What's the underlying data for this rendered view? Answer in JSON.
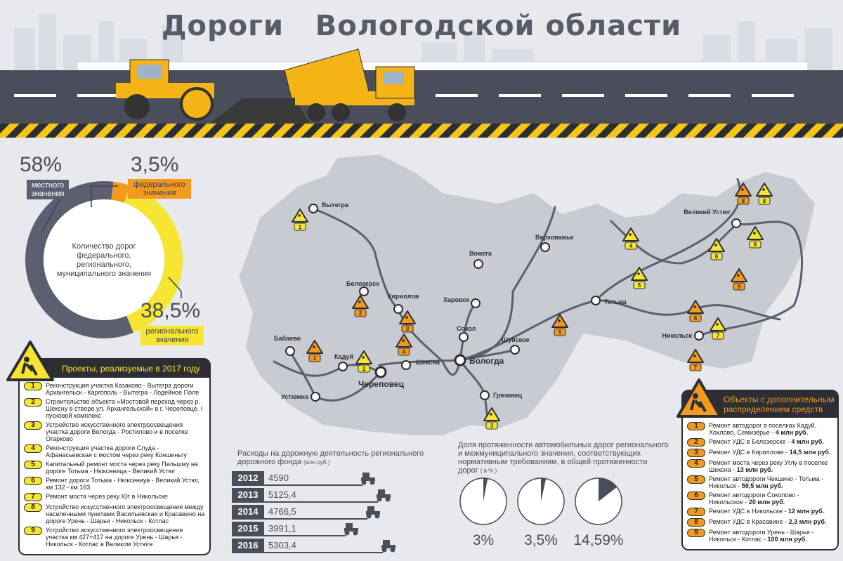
{
  "title": "Дороги   Вологодской области",
  "donut": {
    "center_text": "Количество дорог федерального, регионального, муниципального значения",
    "segments": [
      {
        "pct": "58%",
        "label": "местного значения",
        "value": 58,
        "color": "#5b5f70"
      },
      {
        "pct": "3,5%",
        "label": "федерального значения",
        "value": 3.5,
        "color": "#f39a1e"
      },
      {
        "pct": "38,5%",
        "label": "регионального значения",
        "value": 38.5,
        "color": "#f7e534"
      }
    ]
  },
  "projects": {
    "title": "Проекты, реализуемые в 2017 году",
    "items": [
      {
        "n": "1",
        "text": "Реконструкция участка Казаково - Вытегра дороги Архангельск - Каргополь - Вытегра - Лодейное Поле"
      },
      {
        "n": "2",
        "text": "Строительство объекта «Мостовой переход через р. Шексну в створе ул. Архангельской» в г. Череповце. I пусковой комплекс"
      },
      {
        "n": "3",
        "text": "Устройство искусственного электроосвещения участка дороги Вологда - Ростилово и в поселке Огарково"
      },
      {
        "n": "4",
        "text": "Реконструкция участка дороги Слуда - Афанасьевская с мостом через реку Коншеньгу"
      },
      {
        "n": "5",
        "text": "Капитальный ремонт моста через реку Пельшму на дороге Тотьма - Нюксеница - Великий Устюг"
      },
      {
        "n": "6",
        "text": "Ремонт дороги Тотьма - Нюксениуа - Великий Устюг, км 132 - км 163"
      },
      {
        "n": "7",
        "text": "Ремонт моста через реку Юг в Никольске"
      },
      {
        "n": "8",
        "text": "Устройство искусственного электроосвещения между населенными пунктами Васильевская и Красавино на дороге Урень - Шарья - Никольск - Котлас"
      },
      {
        "n": "9",
        "text": "Устройство искусственного электроосвещения участка км 427+417 на дороге Урень - Шарья - Никольск - Котлас в Великом Устюге"
      }
    ]
  },
  "extra": {
    "title": "Объекты с дополнительным распределением средств",
    "items": [
      {
        "n": "1",
        "text": "Ремонт автодорог в поселках Кадуй, Хохлово, Семизерье - ",
        "amount": "4 млн руб."
      },
      {
        "n": "2",
        "text": "Ремонт УДС в Белозерске - ",
        "amount": "4 млн руб."
      },
      {
        "n": "3",
        "text": "Ремонт УДС в Кириллове - ",
        "amount": "14,5 млн руб."
      },
      {
        "n": "4",
        "text": "Ремонт моста через реку Углу в поселке Шексна - ",
        "amount": "13 млн руб."
      },
      {
        "n": "5",
        "text": "Ремонт автодороги Чекшино - Тотьма - Никольск - ",
        "amount": "59,5 млн руб."
      },
      {
        "n": "6",
        "text": "Ремонт автодороги Соколово - Никольское - ",
        "amount": "20 млн руб."
      },
      {
        "n": "7",
        "text": "Ремонт УДС в Никольске - ",
        "amount": "12 млн руб."
      },
      {
        "n": "8",
        "text": "Ремонт УДС в Красавине - ",
        "amount": "2,3 млн руб."
      },
      {
        "n": "9",
        "text": "Ремонт автодороги Урень - Шарья - Никольск - Котлас - ",
        "amount": "100 млн руб."
      }
    ]
  },
  "map": {
    "cities": [
      "Вытегра",
      "Белозерск",
      "Кириллов",
      "Вожега",
      "Верховажье",
      "Харовск",
      "Сокол",
      "Шуйское",
      "Вологда",
      "Шексна",
      "Кадуй",
      "Бабаево",
      "Череповец",
      "Устюжна",
      "Грязовец",
      "Тотьма",
      "Никольск",
      "Великий Устюг"
    ],
    "project_markers": [
      "1",
      "2",
      "3",
      "4",
      "5",
      "6",
      "7",
      "8",
      "9"
    ],
    "extra_markers": [
      "1",
      "2",
      "3",
      "4",
      "5",
      "6",
      "7",
      "8",
      "9"
    ],
    "project_color": "#f7e534",
    "extra_color": "#f39a1e"
  },
  "chart_data": [
    {
      "type": "bar",
      "title": "Расходы на дорожную деятельность регионального дорожного фонда",
      "unit": "(млн руб.)",
      "categories": [
        "2012",
        "2013",
        "2014",
        "2015",
        "2016"
      ],
      "values": [
        4590,
        5125.4,
        4766.5,
        3991.1,
        5303.4
      ],
      "value_labels": [
        "4590",
        "5125,4",
        "4766,5",
        "3991,1",
        "5303,4"
      ]
    },
    {
      "type": "pie",
      "title": "Доля протяженности автомобильных дорог регионального и межмуниципального значения, соответствующих нормативным требованиям, в общей протяженности дорог",
      "unit": "( в % )",
      "values": [
        3,
        3.5,
        14.59
      ],
      "value_labels": [
        "3%",
        "3,5%",
        "14,59%"
      ]
    }
  ]
}
